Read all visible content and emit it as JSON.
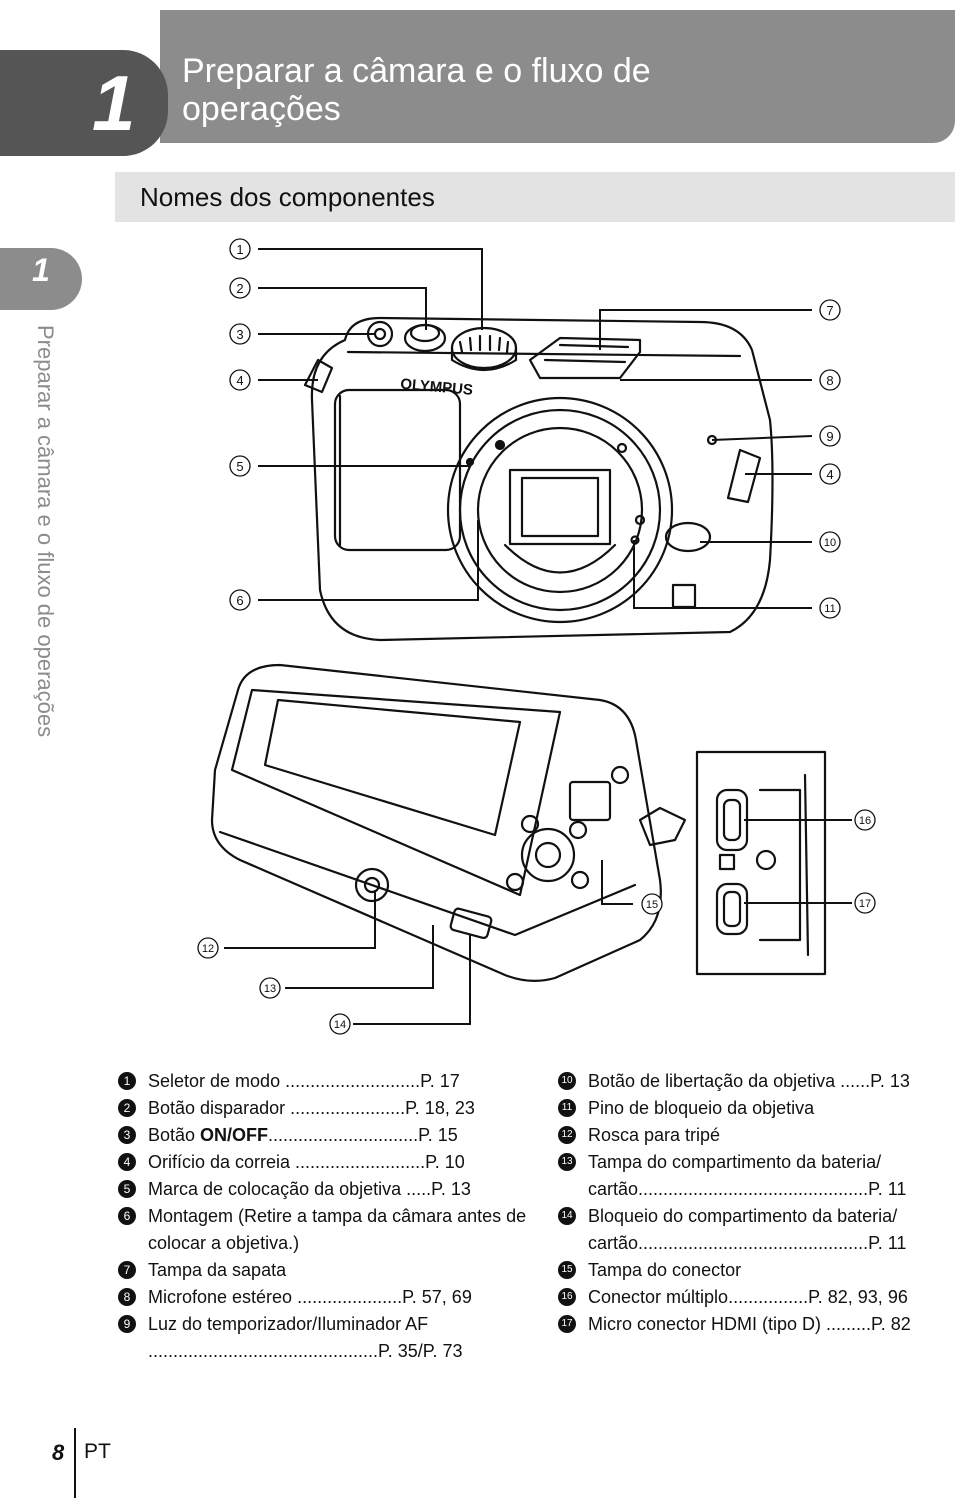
{
  "chapter": {
    "number": "1",
    "title_line1": "Preparar a câmara e o fluxo de",
    "title_line2": "operações"
  },
  "section": {
    "title": "Nomes dos componentes"
  },
  "side_tab": {
    "number": "1",
    "running_title": "Preparar a câmara e o fluxo de operações"
  },
  "figure": {
    "callouts": [
      "1",
      "2",
      "3",
      "4",
      "5",
      "6",
      "7",
      "8",
      "9",
      "4",
      "10",
      "11",
      "12",
      "13",
      "14",
      "15",
      "16",
      "17"
    ],
    "brand_text": "OLYMPUS",
    "connector_symbols": [
      "⊟",
      "◯"
    ]
  },
  "legend_left": [
    {
      "num": "1",
      "text": "Seletor de modo ...........................P. 17"
    },
    {
      "num": "2",
      "text": "Botão disparador .......................P. 18, 23"
    },
    {
      "num": "3",
      "prefix": "Botão ",
      "strong": "ON/OFF",
      "suffix": "..............................P. 15"
    },
    {
      "num": "4",
      "text": "Orifício da correia ..........................P. 10"
    },
    {
      "num": "5",
      "text": "Marca de colocação da objetiva .....P. 13"
    },
    {
      "num": "6",
      "text": "Montagem (Retire a tampa da câmara antes de colocar a objetiva.)"
    },
    {
      "num": "7",
      "text": "Tampa da sapata"
    },
    {
      "num": "8",
      "text": "Microfone estéreo .....................P. 57, 69"
    },
    {
      "num": "9",
      "text": "Luz do temporizador/Iluminador AF ..............................................P. 35/P. 73"
    }
  ],
  "legend_right": [
    {
      "num": "10",
      "text": "Botão de libertação da objetiva ......P. 13"
    },
    {
      "num": "11",
      "text": "Pino de bloqueio da objetiva"
    },
    {
      "num": "12",
      "text": "Rosca para tripé"
    },
    {
      "num": "13",
      "text": "Tampa do compartimento da bateria/ cartão..............................................P. 11"
    },
    {
      "num": "14",
      "text": "Bloqueio do compartimento da bateria/ cartão..............................................P. 11"
    },
    {
      "num": "15",
      "text": "Tampa do conector"
    },
    {
      "num": "16",
      "text": "Conector múltiplo................P. 82, 93, 96"
    },
    {
      "num": "17",
      "text": "Micro conector HDMI (tipo D) .........P. 82"
    }
  ],
  "footer": {
    "page_number": "8",
    "language": "PT"
  }
}
